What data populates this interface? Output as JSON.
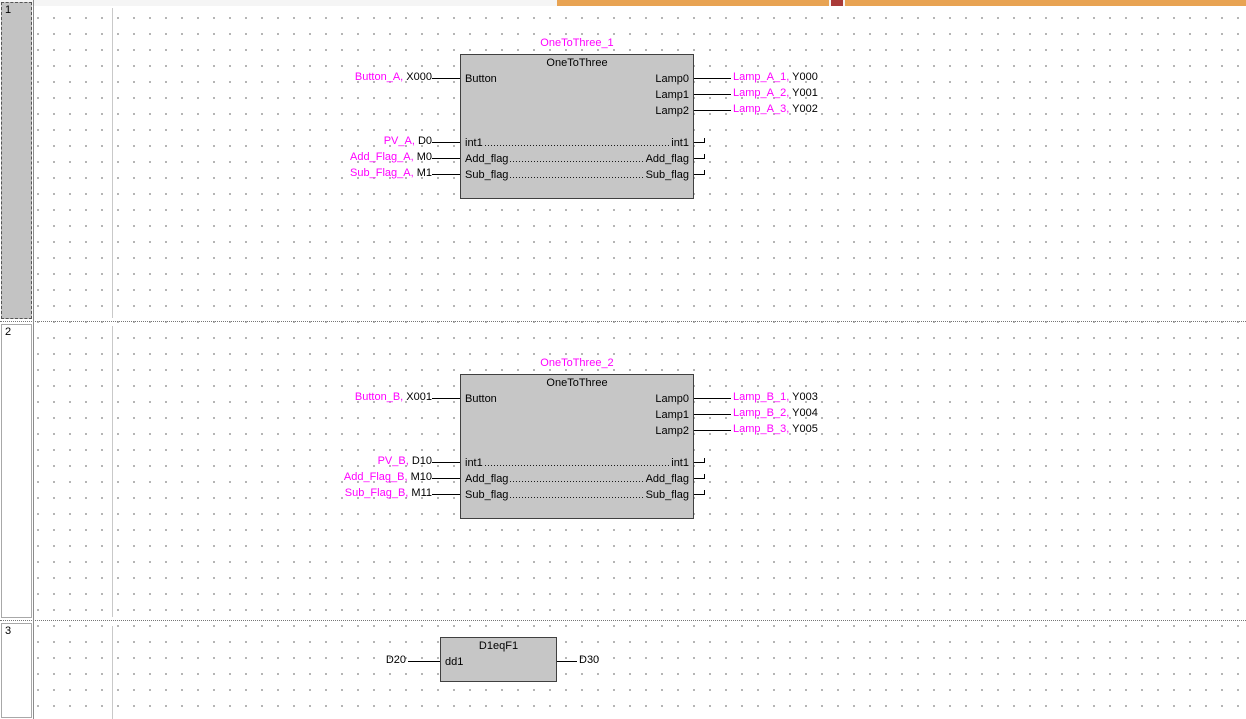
{
  "editor": {
    "margin_rungs": [
      {
        "number": "1"
      },
      {
        "number": "2"
      },
      {
        "number": "3"
      }
    ]
  },
  "networks": [
    {
      "instance": "OneToThree_1",
      "title": "OneToThree",
      "inputs": [
        {
          "pin": "Button",
          "label": "Button_A,",
          "device": "X000"
        },
        {
          "pin": "int1",
          "label": "PV_A,",
          "device": "D0"
        },
        {
          "pin": "Add_flag",
          "label": "Add_Flag_A,",
          "device": "M0"
        },
        {
          "pin": "Sub_flag",
          "label": "Sub_Flag_A,",
          "device": "M1"
        }
      ],
      "outputs": [
        {
          "pin": "Lamp0",
          "label": "Lamp_A_1,",
          "device": "Y000"
        },
        {
          "pin": "Lamp1",
          "label": "Lamp_A_2,",
          "device": "Y001"
        },
        {
          "pin": "Lamp2",
          "label": "Lamp_A_3,",
          "device": "Y002"
        }
      ],
      "pass": [
        {
          "left": "int1",
          "right": "int1"
        },
        {
          "left": "Add_flag",
          "right": "Add_flag"
        },
        {
          "left": "Sub_flag",
          "right": "Sub_flag"
        }
      ]
    },
    {
      "instance": "OneToThree_2",
      "title": "OneToThree",
      "inputs": [
        {
          "pin": "Button",
          "label": "Button_B,",
          "device": "X001"
        },
        {
          "pin": "int1",
          "label": "PV_B,",
          "device": "D10"
        },
        {
          "pin": "Add_flag",
          "label": "Add_Flag_B,",
          "device": "M10"
        },
        {
          "pin": "Sub_flag",
          "label": "Sub_Flag_B,",
          "device": "M11"
        }
      ],
      "outputs": [
        {
          "pin": "Lamp0",
          "label": "Lamp_B_1,",
          "device": "Y003"
        },
        {
          "pin": "Lamp1",
          "label": "Lamp_B_2,",
          "device": "Y004"
        },
        {
          "pin": "Lamp2",
          "label": "Lamp_B_3,",
          "device": "Y005"
        }
      ],
      "pass": [
        {
          "left": "int1",
          "right": "int1"
        },
        {
          "left": "Add_flag",
          "right": "Add_flag"
        },
        {
          "left": "Sub_flag",
          "right": "Sub_flag"
        }
      ]
    },
    {
      "title": "D1eqF1",
      "pin": "dd1",
      "input_device": "D20",
      "output_device": "D30"
    }
  ],
  "colors": {
    "label_magenta": "#ff00ff",
    "device_black": "#000000",
    "block_fill": "#c6c6c6",
    "selected_margin_fill": "#c3c3c3",
    "tab_orange": "#e8a353",
    "tab_red": "#a93a38"
  }
}
